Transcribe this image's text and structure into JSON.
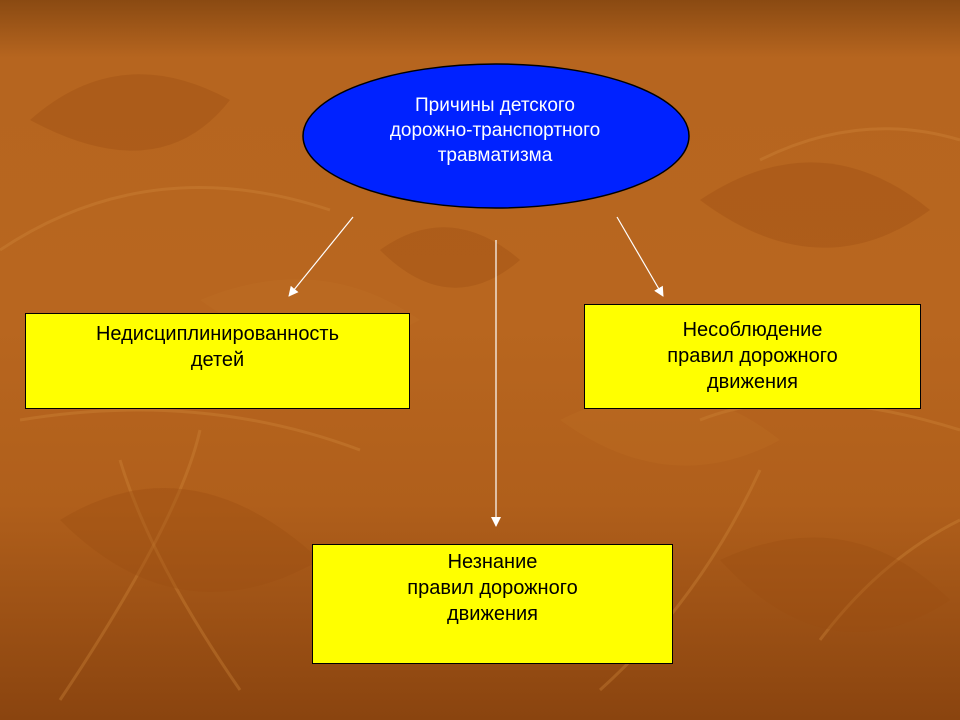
{
  "diagram": {
    "root": {
      "label": "Причины детского\nдорожно-транспортного\nтравматизма",
      "color": "#0022ff"
    },
    "causes": [
      {
        "label": "Недисциплинированность\nдетей"
      },
      {
        "label": "Несоблюдение\nправил дорожного\nдвижения"
      },
      {
        "label": "Незнание\nправил дорожного\nдвижения"
      }
    ],
    "box_color": "#ffff00",
    "connector_color": "#ffffff"
  }
}
